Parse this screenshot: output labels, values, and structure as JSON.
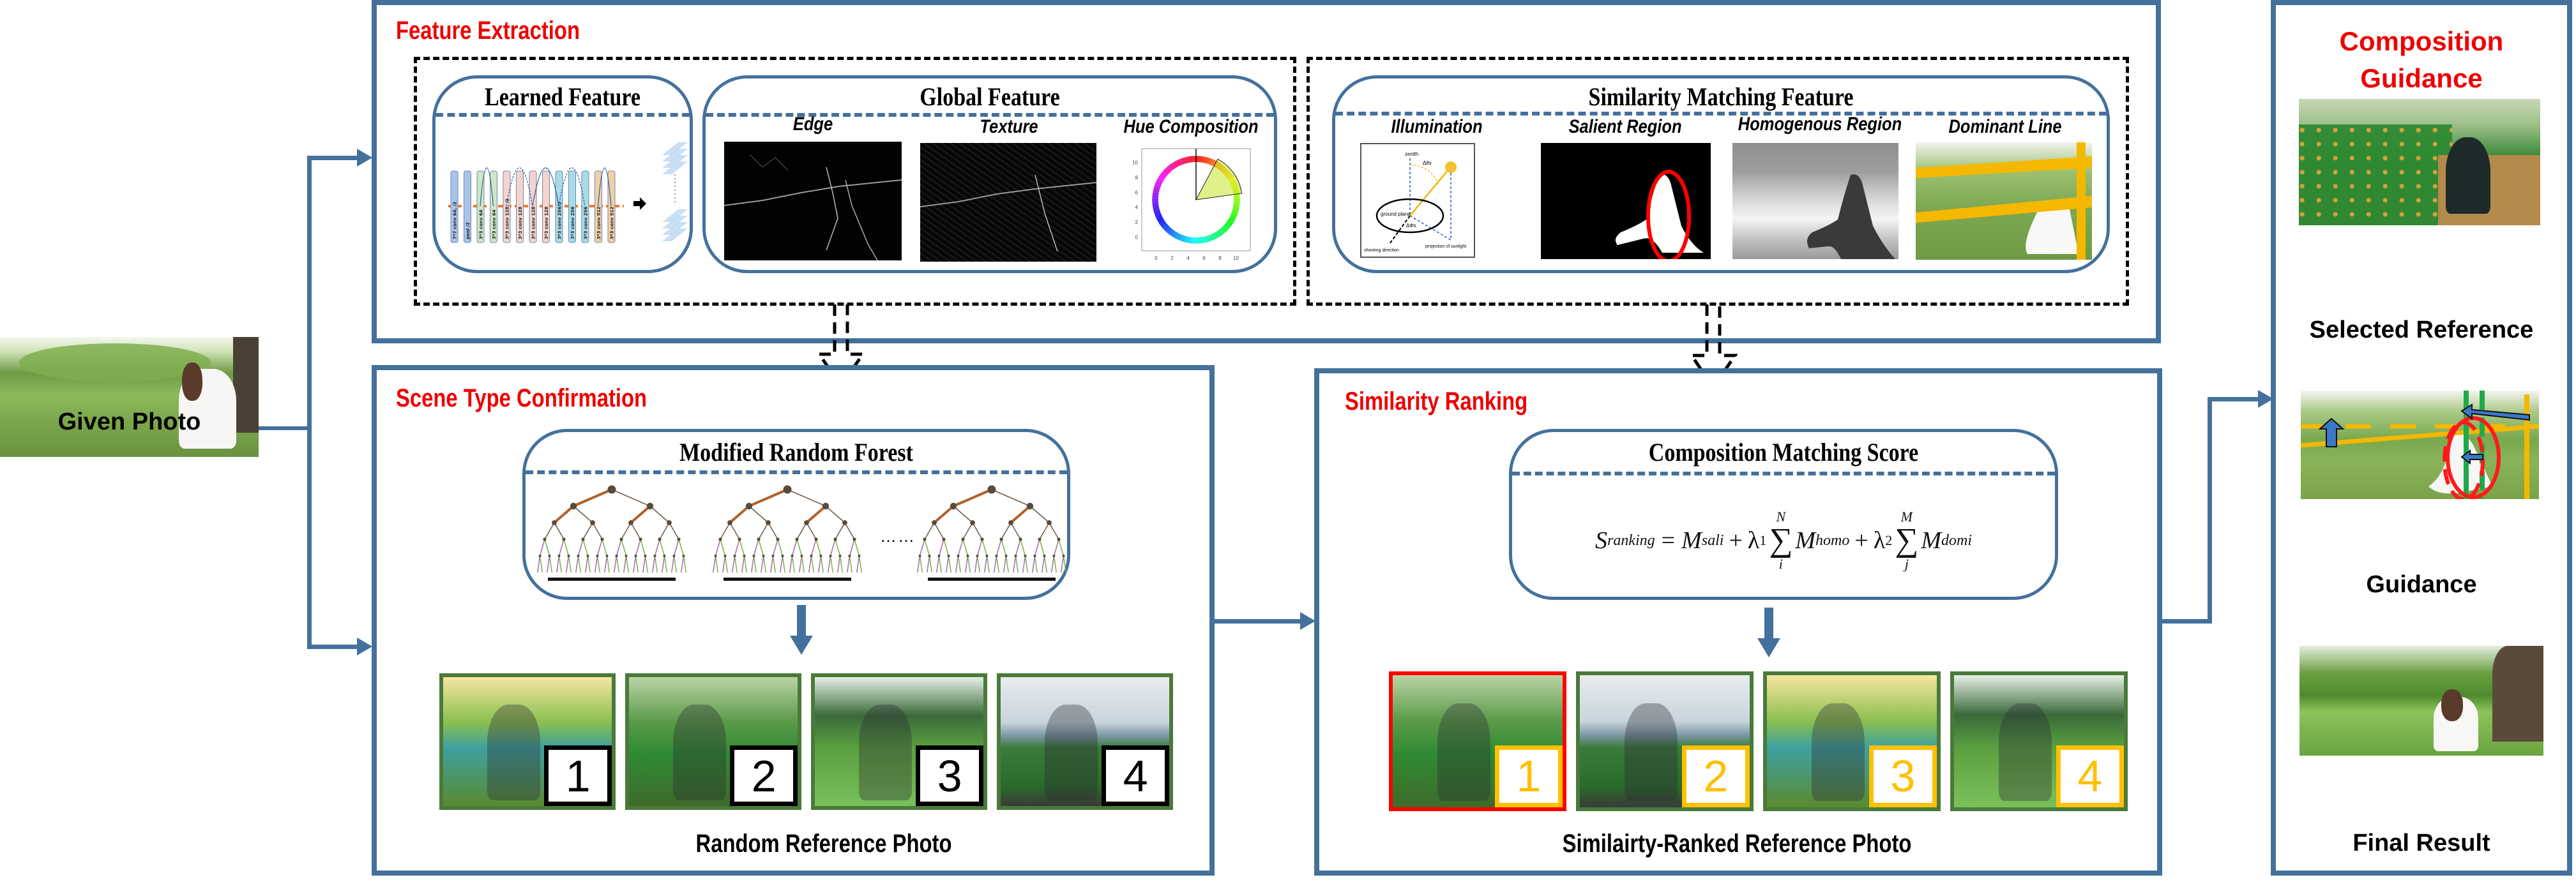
{
  "input": {
    "caption": "Given Photo"
  },
  "feature_extraction": {
    "title": "Feature Extraction",
    "learned": {
      "title": "Learned Feature",
      "layers": [
        "7*7 conv 64, /2",
        "pool /2",
        "3*3 conv 64",
        "3*3 conv 64",
        "3*3 conv 128, /2",
        "3*3 conv 128",
        "3*3 conv 128",
        "3*3 conv 128",
        "3*3 conv 256/2",
        "3*3 conv 256",
        "3*3 conv 256",
        "3*3 conv 512",
        "3*3 conv 512"
      ]
    },
    "global": {
      "title": "Global Feature",
      "items": [
        {
          "label": "Edge"
        },
        {
          "label": "Texture"
        },
        {
          "label": "Hue Composition",
          "x_ticks": [
            "0",
            "2",
            "4",
            "6",
            "8",
            "10"
          ],
          "y_ticks": [
            "0",
            "2",
            "4",
            "6",
            "8",
            "10"
          ]
        }
      ]
    },
    "similarity": {
      "title": "Similarity Matching  Feature",
      "items": [
        {
          "label": "Illumination",
          "annotations": [
            "zenith",
            "Δθs",
            "ground plane",
            "ΔΦs",
            "shooting direction",
            "projection of sunlight"
          ]
        },
        {
          "label": "Salient Region"
        },
        {
          "label": "Homogenous Region"
        },
        {
          "label": "Dominant Line"
        }
      ]
    }
  },
  "scene_type": {
    "title": "Scene Type Confirmation",
    "forest_title": "Modified Random Forest",
    "ellipsis": "……",
    "photos": [
      {
        "rank": "1"
      },
      {
        "rank": "2"
      },
      {
        "rank": "3"
      },
      {
        "rank": "4"
      }
    ],
    "caption": "Random Reference Photo"
  },
  "similarity_ranking": {
    "title": "Similarity Ranking",
    "score_title": "Composition Matching  Score",
    "formula": {
      "lhs": "S",
      "lhs_sub": "ranking",
      "t1": "M",
      "t1_sub": "sali",
      "lambda1": "λ",
      "lambda1_sub": "1",
      "sum1_upper": "N",
      "sum1_lower": "i",
      "t2": "M",
      "t2_sub": "homo",
      "lambda2": "λ",
      "lambda2_sub": "2",
      "sum2_upper": "M",
      "sum2_lower": "j",
      "t3": "M",
      "t3_sub": "domi",
      "equals": "=",
      "plus": "+",
      "sigma": "∑"
    },
    "photos": [
      {
        "rank": "1",
        "selected": true
      },
      {
        "rank": "2"
      },
      {
        "rank": "3"
      },
      {
        "rank": "4"
      }
    ],
    "caption": "Similairty-Ranked Reference Photo"
  },
  "composition_guidance": {
    "title_line1": "Composition",
    "title_line2": "Guidance",
    "items": [
      {
        "caption": "Selected Reference"
      },
      {
        "caption": "Guidance"
      },
      {
        "caption": "Final Result"
      }
    ]
  },
  "colors": {
    "accent_blue": "#44719c",
    "title_red": "#ee0000",
    "rank_gold": "#ffc000",
    "selected_red": "#ff0000",
    "photo_frame_green": "#4a7a3a"
  }
}
